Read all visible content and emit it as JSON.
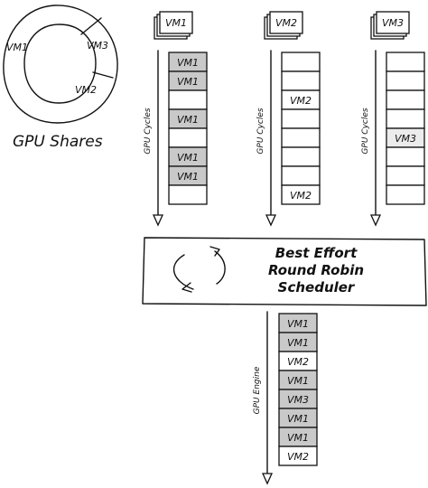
{
  "pie": {
    "title": "GPU Shares",
    "slices": [
      {
        "label": "VM1",
        "share": 0.5
      },
      {
        "label": "VM3",
        "share": 0.15
      },
      {
        "label": "VM2",
        "share": 0.35
      }
    ]
  },
  "queues": [
    {
      "label": "VM1",
      "axis_label": "GPU Cycles",
      "cells": [
        {
          "label": "VM1",
          "filled": true
        },
        {
          "label": "VM1",
          "filled": true
        },
        {
          "label": "",
          "filled": false
        },
        {
          "label": "VM1",
          "filled": true
        },
        {
          "label": "",
          "filled": false
        },
        {
          "label": "VM1",
          "filled": true
        },
        {
          "label": "VM1",
          "filled": true
        },
        {
          "label": "",
          "filled": false
        }
      ]
    },
    {
      "label": "VM2",
      "axis_label": "GPU Cycles",
      "cells": [
        {
          "label": "",
          "filled": false
        },
        {
          "label": "",
          "filled": false
        },
        {
          "label": "VM2",
          "filled": false
        },
        {
          "label": "",
          "filled": false
        },
        {
          "label": "",
          "filled": false
        },
        {
          "label": "",
          "filled": false
        },
        {
          "label": "",
          "filled": false
        },
        {
          "label": "VM2",
          "filled": false
        }
      ]
    },
    {
      "label": "VM3",
      "axis_label": "GPU Cycles",
      "cells": [
        {
          "label": "",
          "filled": false
        },
        {
          "label": "",
          "filled": false
        },
        {
          "label": "",
          "filled": false
        },
        {
          "label": "",
          "filled": false
        },
        {
          "label": "VM3",
          "filled": true
        },
        {
          "label": "",
          "filled": false
        },
        {
          "label": "",
          "filled": false
        },
        {
          "label": "",
          "filled": false
        }
      ]
    }
  ],
  "scheduler": {
    "lines": [
      "Best Effort",
      "Round Robin",
      "Scheduler"
    ]
  },
  "engine": {
    "axis_label": "GPU Engine",
    "cells": [
      {
        "label": "VM1",
        "filled": true
      },
      {
        "label": "VM1",
        "filled": true
      },
      {
        "label": "VM2",
        "filled": false
      },
      {
        "label": "VM1",
        "filled": true
      },
      {
        "label": "VM3",
        "filled": true
      },
      {
        "label": "VM1",
        "filled": true
      },
      {
        "label": "VM1",
        "filled": true
      },
      {
        "label": "VM2",
        "filled": false
      }
    ]
  },
  "colors": {
    "filled_cell": "#c9c9c9",
    "empty_cell": "#ffffff",
    "light_cell": "#ececec",
    "ink": "#111111"
  }
}
